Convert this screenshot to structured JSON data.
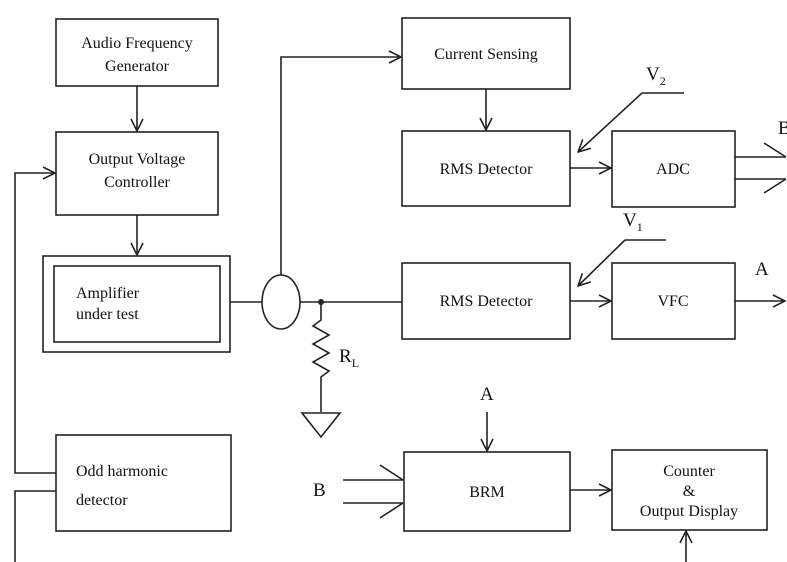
{
  "blocks": {
    "audio_generator": {
      "line1": "Audio Frequency",
      "line2": "Generator"
    },
    "output_voltage_controller": {
      "line1": "Output Voltage",
      "line2": "Controller"
    },
    "amplifier": {
      "line1": "Amplifier",
      "line2": "under test"
    },
    "current_sensing": {
      "label": "Current Sensing"
    },
    "rms_detector_top": {
      "label": "RMS Detector"
    },
    "rms_detector_bottom": {
      "label": "RMS Detector"
    },
    "adc": {
      "label": "ADC"
    },
    "vfc": {
      "label": "VFC"
    },
    "odd_harmonic": {
      "line1": "Odd harmonic",
      "line2": "detector"
    },
    "brm": {
      "label": "BRM"
    },
    "counter": {
      "line1": "Counter",
      "line2": "&",
      "line3": "Output Display"
    }
  },
  "labels": {
    "v2": {
      "main": "V",
      "sub": "2"
    },
    "v1": {
      "main": "V",
      "sub": "1"
    },
    "rl": {
      "main": "R",
      "sub": "L"
    },
    "adc_out": "B",
    "vfc_out": "A",
    "brm_in_a": "A",
    "brm_in_b": "B"
  }
}
